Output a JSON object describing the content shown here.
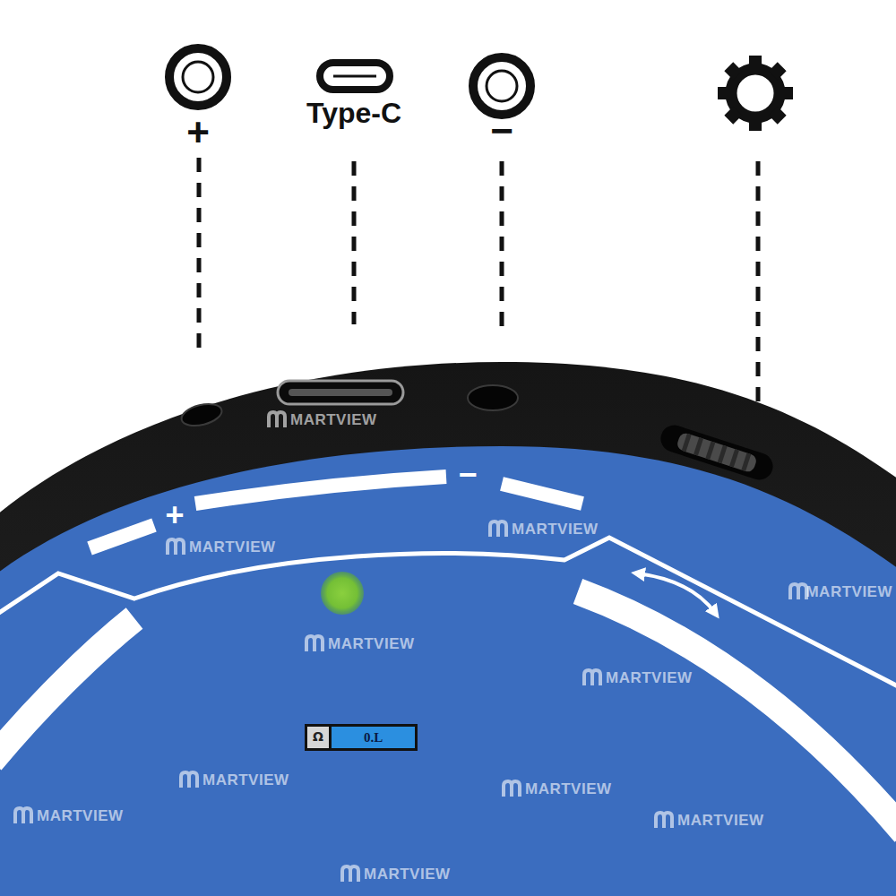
{
  "diagram": {
    "nodes": [
      {
        "text": [
          "Ω",
          "0.L"
        ]
      }
    ],
    "labels": [
      "+",
      "Type-C",
      "−",
      "+",
      "−",
      "MARTVIEW",
      "MARTVIEW",
      "MARTVIEW",
      "MARTVIEW",
      "MARTVIEW",
      "MARTVIEW",
      "MARTVIEW",
      "MARTVIEW",
      "MARTVIEW",
      "MARTVIEW",
      "MARTVIEW"
    ]
  }
}
